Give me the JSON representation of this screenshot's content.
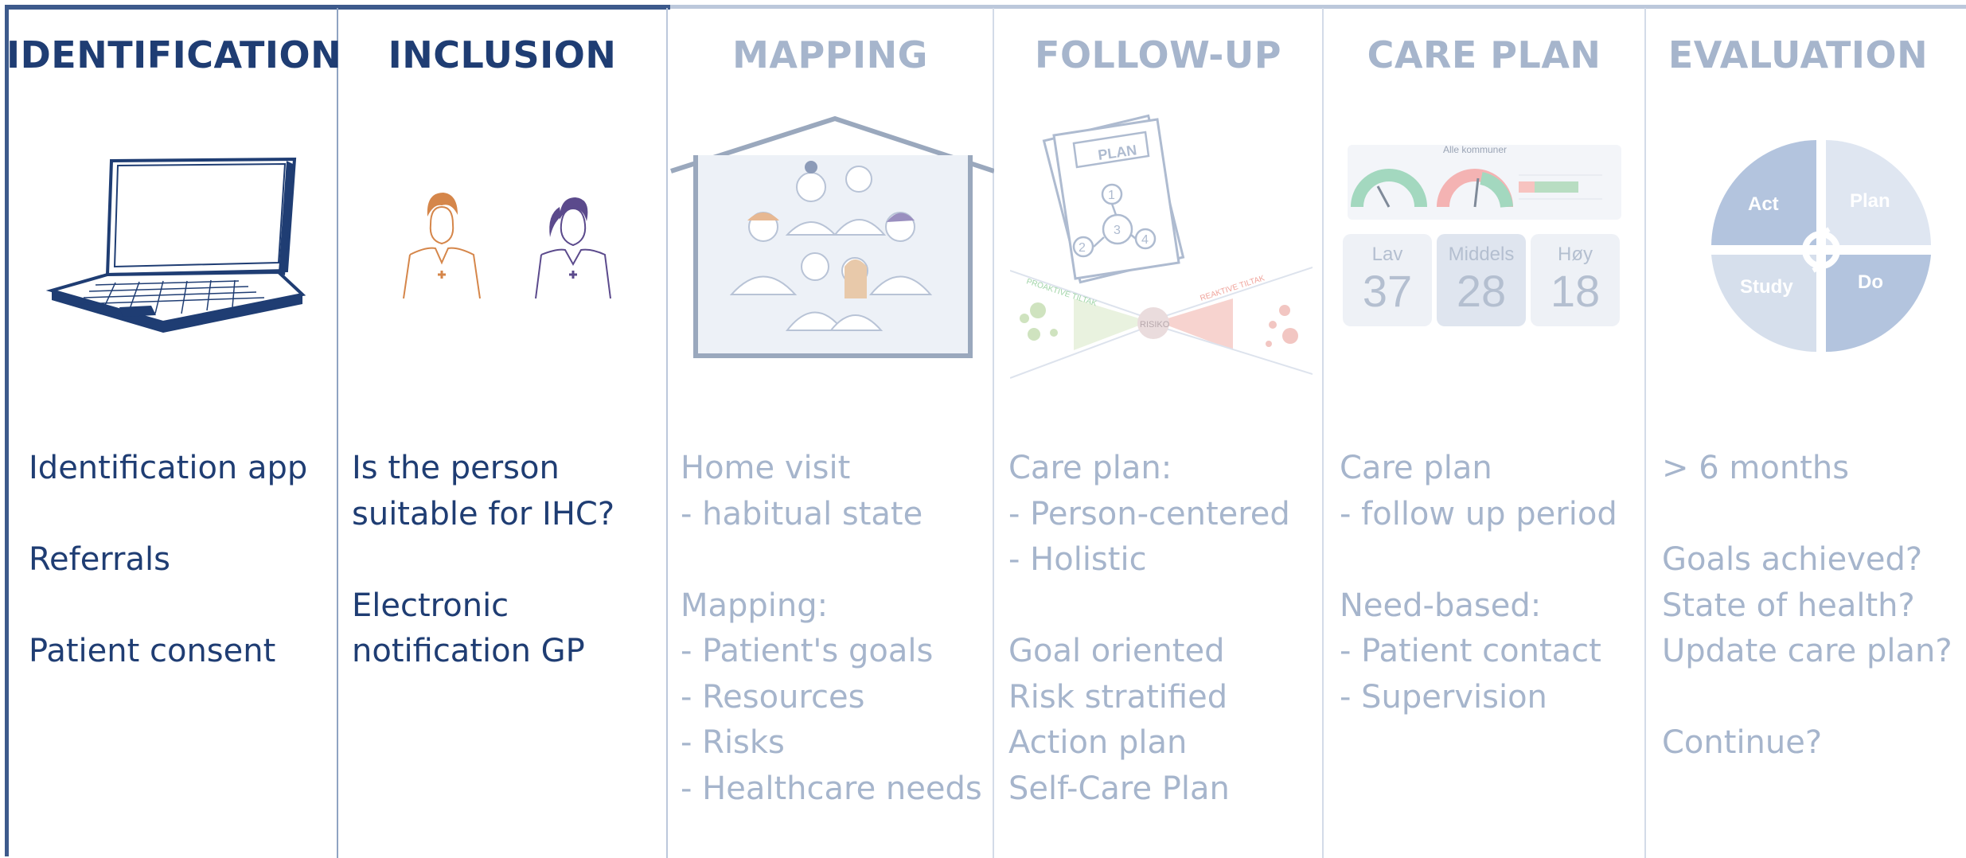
{
  "columns": [
    {
      "heading": "IDENTIFICATION",
      "state": "active",
      "lines": [
        "Identification app",
        "",
        "Referrals",
        "",
        "Patient consent"
      ],
      "illustration": "laptop-icon"
    },
    {
      "heading": "INCLUSION",
      "state": "active",
      "lines": [
        "Is the person",
        "suitable for IHC?",
        "",
        "Electronic",
        "notification GP"
      ],
      "illustration": "nurses-icon"
    },
    {
      "heading": "MAPPING",
      "state": "faded",
      "lines": [
        "Home visit",
        "- habitual state",
        "",
        "Mapping:",
        "- Patient's goals",
        "- Resources",
        "- Risks",
        "- Healthcare needs"
      ],
      "illustration": "house-with-people-icon"
    },
    {
      "heading": "FOLLOW-UP",
      "state": "faded",
      "lines": [
        "Care plan:",
        "- Person-centered",
        "- Holistic",
        "",
        "Goal oriented",
        "Risk stratified",
        "Action plan",
        "Self-Care Plan"
      ],
      "illustration": "plan-and-bowtie-icon",
      "illustration_labels": {
        "plan": "PLAN",
        "steps": [
          "1",
          "2",
          "3",
          "4"
        ],
        "proactive": "PROAKTIVE TILTAK",
        "reactive": "REAKTIVE TILTAK",
        "center": "RISIKO"
      }
    },
    {
      "heading": "CARE PLAN",
      "state": "faded",
      "lines": [
        "Care plan",
        "- follow up period",
        "",
        "Need-based:",
        "- Patient contact",
        "- Supervision"
      ],
      "illustration": "dashboard-icon",
      "dashboard": {
        "title": "Alle kommuner",
        "tiles": [
          {
            "label": "Lav",
            "value": "37"
          },
          {
            "label": "Middels",
            "value": "28"
          },
          {
            "label": "Høy",
            "value": "18"
          }
        ]
      }
    },
    {
      "heading": "EVALUATION",
      "state": "faded",
      "lines": [
        "> 6 months",
        "",
        "Goals achieved?",
        "State of health?",
        "Update care plan?",
        "",
        "Continue?"
      ],
      "illustration": "pdsa-cycle-icon",
      "cycle": {
        "act": "Act",
        "plan": "Plan",
        "study": "Study",
        "do": "Do"
      }
    }
  ],
  "colors": {
    "active_text": "#1f3d73",
    "faded_text": "#a6b5cc",
    "divider": "#8fa3c2",
    "frame": "#3d5a8c",
    "top_faded": "#bcc8db"
  }
}
